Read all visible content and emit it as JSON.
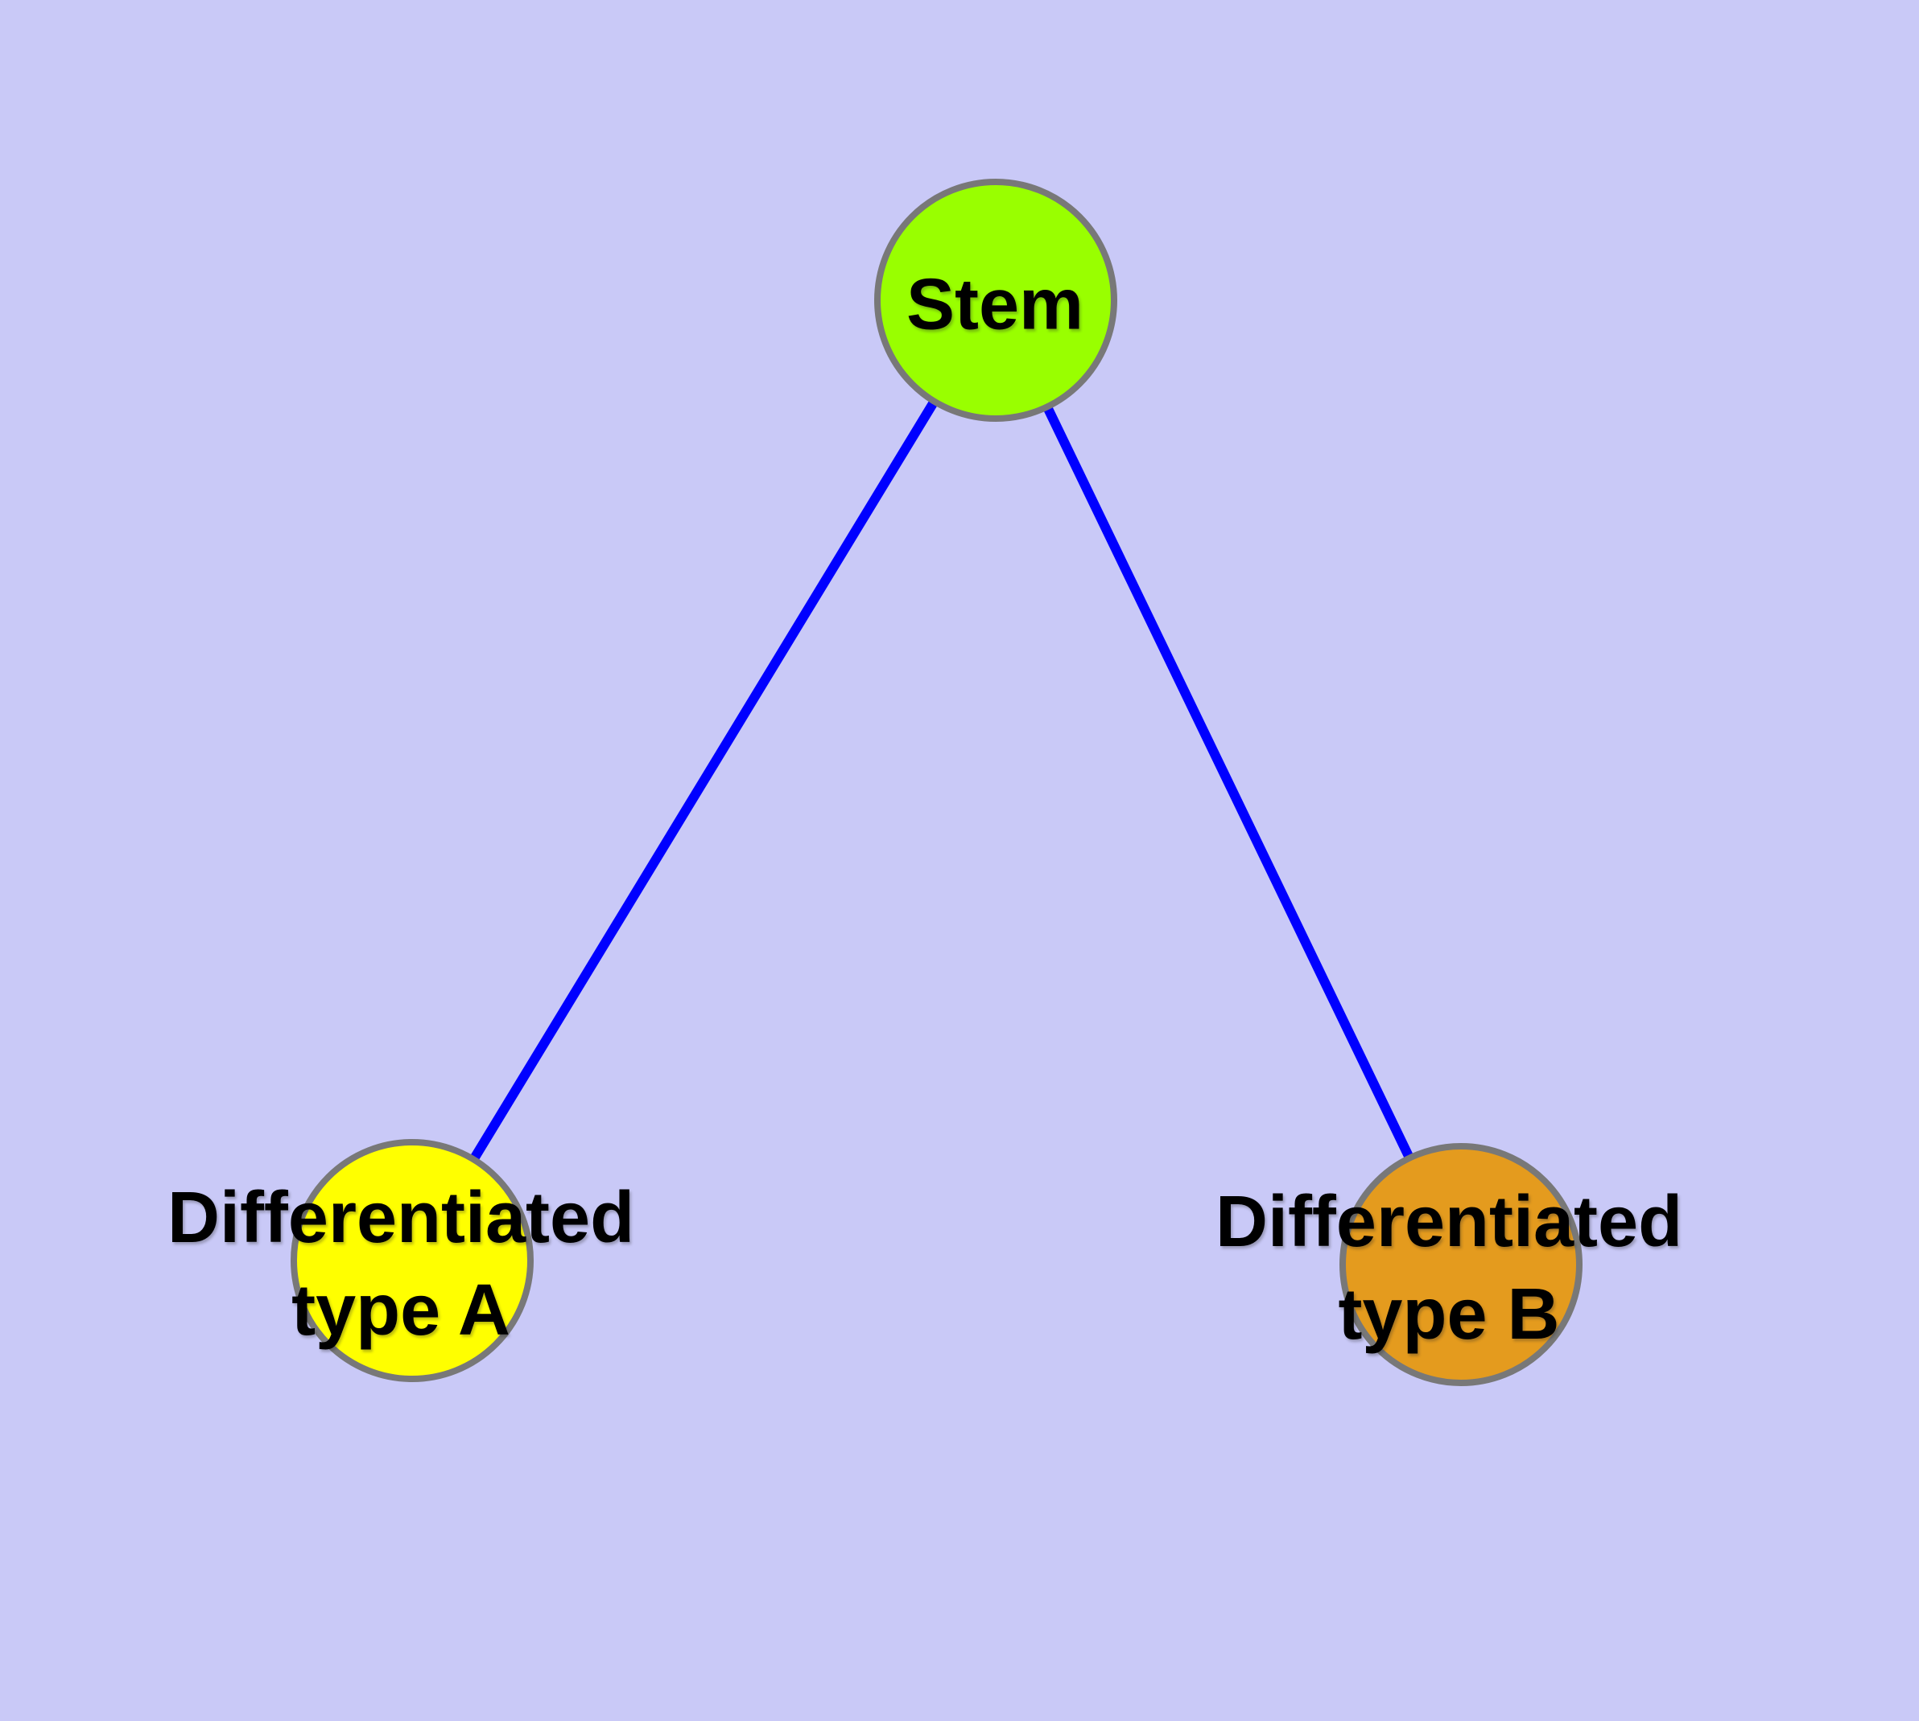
{
  "diagram": {
    "background_color": "#C9C9F7",
    "edge_color": "#0000FF",
    "node_border_color": "#787878",
    "label_text_color": "#000000",
    "nodes": [
      {
        "id": "stem",
        "label_lines": [
          "Stem"
        ],
        "fill_color": "#99FF00"
      },
      {
        "id": "differentiated-type-a",
        "label_lines": [
          "Differentiated",
          "type A"
        ],
        "fill_color": "#FFFF00"
      },
      {
        "id": "differentiated-type-b",
        "label_lines": [
          "Differentiated",
          "type B"
        ],
        "fill_color": "#E49B1E"
      }
    ],
    "edges": [
      {
        "from": "stem",
        "to": "differentiated-type-a"
      },
      {
        "from": "stem",
        "to": "differentiated-type-b"
      }
    ]
  }
}
